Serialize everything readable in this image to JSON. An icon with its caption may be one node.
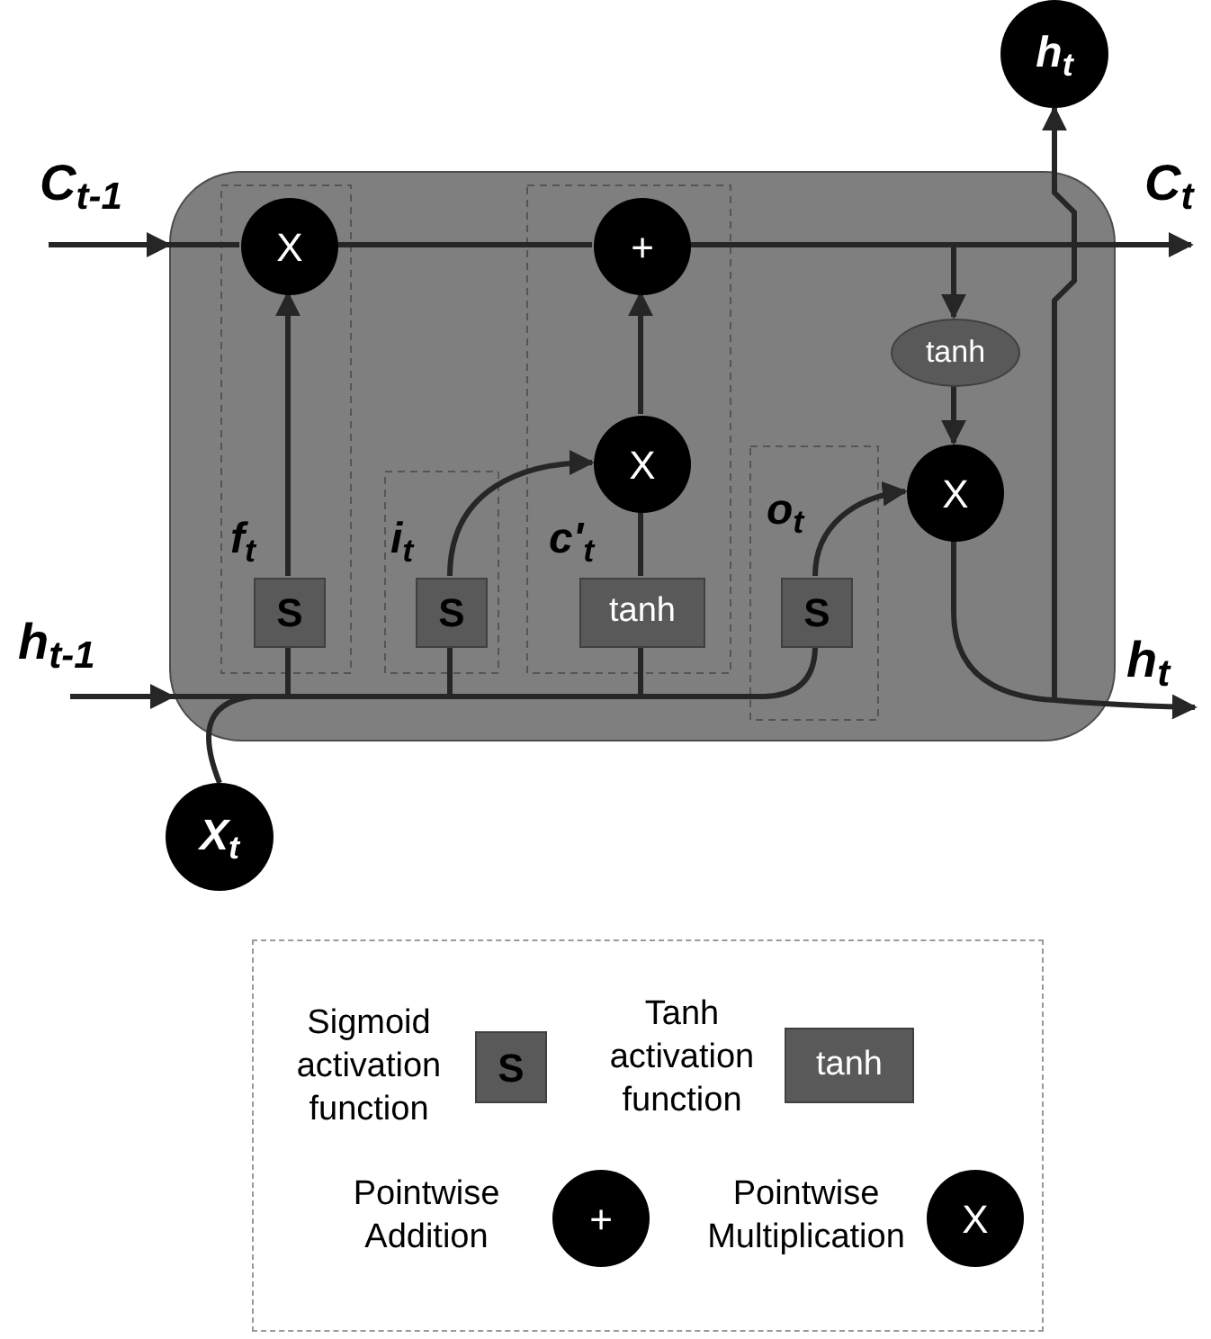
{
  "diagram": {
    "nodes": [
      {
        "text": [],
        "shape": "box"
      },
      {
        "text": [
          "C$_{t-1}$"
        ]
      },
      {
        "text": [
          "C$_{t}$"
        ]
      },
      {
        "text": [
          "h$_{t}$"
        ]
      },
      {
        "text": [
          "h$_{t-1}$"
        ]
      },
      {
        "text": [
          "h$_{t}$"
        ]
      },
      {
        "text": [
          "X$_{t}$"
        ]
      },
      {
        "text": [
          "X"
        ],
        "in": 0
      },
      {
        "text": [
          "+"
        ],
        "in": 0
      },
      {
        "text": [
          "tanh"
        ],
        "in": 0
      },
      {
        "text": [
          "X"
        ],
        "in": 0
      },
      {
        "text": [
          "X"
        ],
        "in": 0
      },
      {
        "text": [
          "S"
        ],
        "in": 0
      },
      {
        "text": [
          "S"
        ],
        "in": 0
      },
      {
        "text": [
          "tanh"
        ],
        "in": 0
      },
      {
        "text": [
          "S"
        ],
        "in": 0
      },
      {
        "text": [],
        "shape": "box"
      },
      {
        "text": [
          "S"
        ],
        "in": 16,
        "beside": [
          "Sigmoid activation function"
        ]
      },
      {
        "text": [
          "tanh"
        ],
        "in": 16,
        "beside": [
          "Tanh activation function"
        ]
      },
      {
        "text": [
          "+"
        ],
        "in": 16,
        "beside": [
          "Pointwise Addition"
        ]
      },
      {
        "text": [
          "X"
        ],
        "in": 16,
        "beside": [
          "Pointwise Multiplication"
        ]
      }
    ],
    "edges": [
      {
        "from": 1,
        "to": 0,
        "arrow": "to"
      },
      {
        "from": 0,
        "to": 7,
        "arrow": "none"
      },
      {
        "from": 7,
        "to": 8,
        "arrow": "none"
      },
      {
        "from": 8,
        "to": 2,
        "arrow": "to"
      },
      {
        "from": 8,
        "to": 9,
        "arrow": "to"
      },
      {
        "from": 9,
        "to": 11,
        "arrow": "to"
      },
      {
        "from": 12,
        "to": 7,
        "arrow": "to",
        "label": "f$_{t}$"
      },
      {
        "from": 13,
        "to": 10,
        "arrow": "to",
        "label": "i$_{t}$"
      },
      {
        "from": 14,
        "to": 10,
        "arrow": "none",
        "label": "c'$_{t}$"
      },
      {
        "from": 10,
        "to": 8,
        "arrow": "to"
      },
      {
        "from": 15,
        "to": 11,
        "arrow": "to",
        "label": "o$_{t}$"
      },
      {
        "from": 11,
        "to": 5,
        "arrow": "to"
      },
      {
        "from": 11,
        "to": 3,
        "arrow": "to"
      },
      {
        "from": 4,
        "to": 0,
        "arrow": "to"
      },
      {
        "from": 0,
        "to": 12,
        "arrow": "none"
      },
      {
        "from": 0,
        "to": 13,
        "arrow": "none"
      },
      {
        "from": 0,
        "to": 14,
        "arrow": "none"
      },
      {
        "from": 0,
        "to": 15,
        "arrow": "none"
      },
      {
        "from": 6,
        "to": 12,
        "arrow": "none"
      },
      {
        "from": 6,
        "to": 13,
        "arrow": "none"
      },
      {
        "from": 6,
        "to": 14,
        "arrow": "none"
      },
      {
        "from": 6,
        "to": 15,
        "arrow": "none"
      }
    ]
  }
}
